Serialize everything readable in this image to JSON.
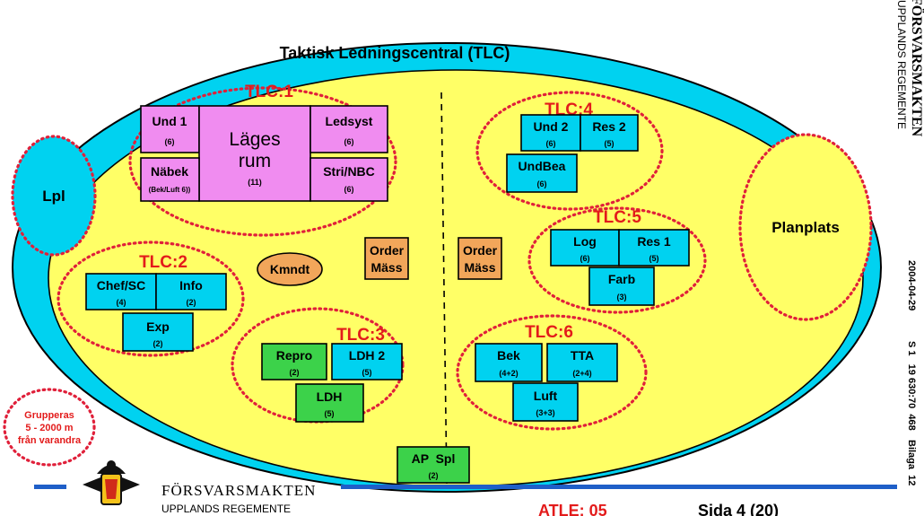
{
  "title": "Taktisk Ledningscentral (TLC)",
  "groups": {
    "tlc1": "TLC:1",
    "tlc2": "TLC:2",
    "tlc3": "TLC:3",
    "tlc4": "TLC:4",
    "tlc5": "TLC:5",
    "tlc6": "TLC:6"
  },
  "units": {
    "und1": {
      "label": "Und 1",
      "count": "(6)"
    },
    "lages": {
      "line1": "Läges",
      "line2": "rum",
      "count": "(11)"
    },
    "ledsyst": {
      "label": "Ledsyst",
      "count": "(6)"
    },
    "nabek": {
      "label": "Näbek",
      "count": "(Bek/Luft 6))"
    },
    "stri": {
      "label": "Stri/NBC",
      "count": "(6)"
    },
    "und2": {
      "label": "Und 2",
      "count": "(6)"
    },
    "res2": {
      "label": "Res 2",
      "count": "(5)"
    },
    "undbea": {
      "label": "UndBea",
      "count": "(6)"
    },
    "log": {
      "label": "Log",
      "count": "(6)"
    },
    "res1": {
      "label": "Res 1",
      "count": "(5)"
    },
    "farb": {
      "label": "Farb",
      "count": "(3)"
    },
    "chef": {
      "label": "Chef/SC",
      "count": "(4)"
    },
    "info": {
      "label": "Info",
      "count": "(2)"
    },
    "exp": {
      "label": "Exp",
      "count": "(2)"
    },
    "repro": {
      "label": "Repro",
      "count": "(2)"
    },
    "ldh2": {
      "label": "LDH 2",
      "count": "(5)"
    },
    "ldh": {
      "label": "LDH",
      "count": "(5)"
    },
    "bek": {
      "label": "Bek",
      "count": "(4+2)"
    },
    "tta": {
      "label": "TTA",
      "count": "(2+4)"
    },
    "luft": {
      "label": "Luft",
      "count": "(3+3)"
    },
    "apspl": {
      "label": "AP  Spl",
      "count": "(2)"
    }
  },
  "order_left": {
    "line1": "Order",
    "line2": "Mäss"
  },
  "order_right": {
    "line1": "Order",
    "line2": "Mäss"
  },
  "kmndt": "Kmndt",
  "lpl": "Lpl",
  "planplats": "Planplats",
  "grouping_note": {
    "line1": "Grupperas",
    "line2": "5 - 2000  m",
    "line3": "från varandra"
  },
  "footer": {
    "org": "FÖRSVARSMAKTEN",
    "regiment": "UPPLANDS REGEMENTE",
    "atle": "ATLE: 05",
    "page": "Sida 4 (20)"
  },
  "sidebar": {
    "org": "FÖRSVARSMAKTEN",
    "regiment": "UPPLANDS REGEMENTE",
    "date": "2004-04-29",
    "ref": "S 1   19 630:70  468",
    "appendix": "Bilaga  12"
  }
}
